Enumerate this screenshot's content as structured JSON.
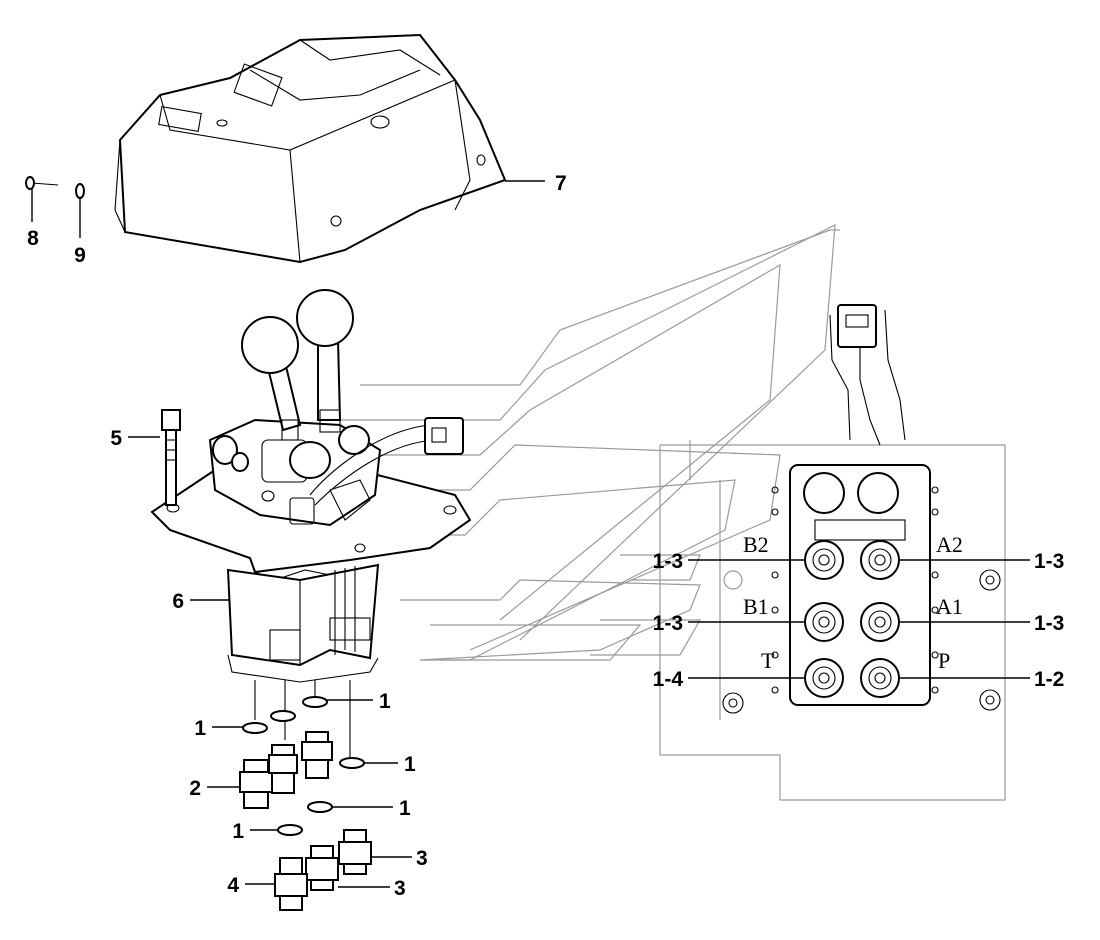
{
  "callouts": {
    "c7": "7",
    "c8": "8",
    "c9": "9",
    "c5": "5",
    "c6": "6",
    "c1a": "1",
    "c1b": "1",
    "c1c": "1",
    "c1d": "1",
    "c1e": "1",
    "c2": "2",
    "c3a": "3",
    "c3b": "3",
    "c4": "4",
    "r13a": "1-3",
    "r13b": "1-3",
    "r13c": "1-3",
    "r13d": "1-3",
    "r14": "1-4",
    "r12": "1-2"
  },
  "ports": {
    "b2": "B2",
    "a2": "A2",
    "b1": "B1",
    "a1": "A1",
    "t": "T",
    "p": "P"
  }
}
